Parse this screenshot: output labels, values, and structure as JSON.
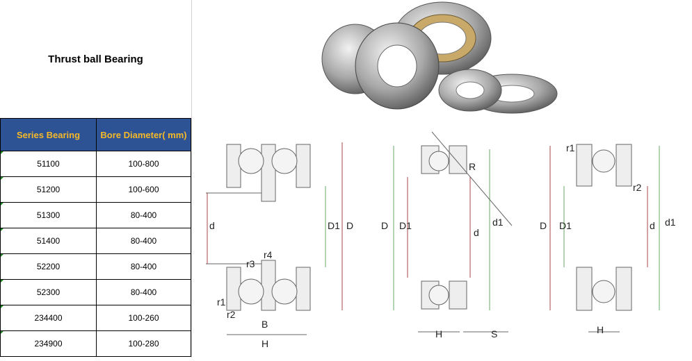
{
  "title": "Thrust ball Bearing",
  "table": {
    "headers": [
      "Series Bearing",
      "Bore Diameter( mm)"
    ],
    "rows": [
      [
        "51100",
        "100-800"
      ],
      [
        "51200",
        "100-600"
      ],
      [
        "51300",
        "80-400"
      ],
      [
        "51400",
        "80-400"
      ],
      [
        "52200",
        "80-400"
      ],
      [
        "52300",
        "80-400"
      ],
      [
        "234400",
        "100-260"
      ],
      [
        "234900",
        "100-280"
      ]
    ]
  },
  "colors": {
    "header_bg": "#2E5395",
    "header_text": "#F5B928"
  },
  "diagram_labels": {
    "left": [
      "d",
      "D1",
      "D",
      "r4",
      "r3",
      "r1",
      "r2",
      "B",
      "H"
    ],
    "middle": [
      "R",
      "D",
      "D1",
      "d",
      "d1",
      "H",
      "S"
    ],
    "right": [
      "r1",
      "r2",
      "D",
      "D1",
      "d",
      "d1",
      "H"
    ]
  }
}
